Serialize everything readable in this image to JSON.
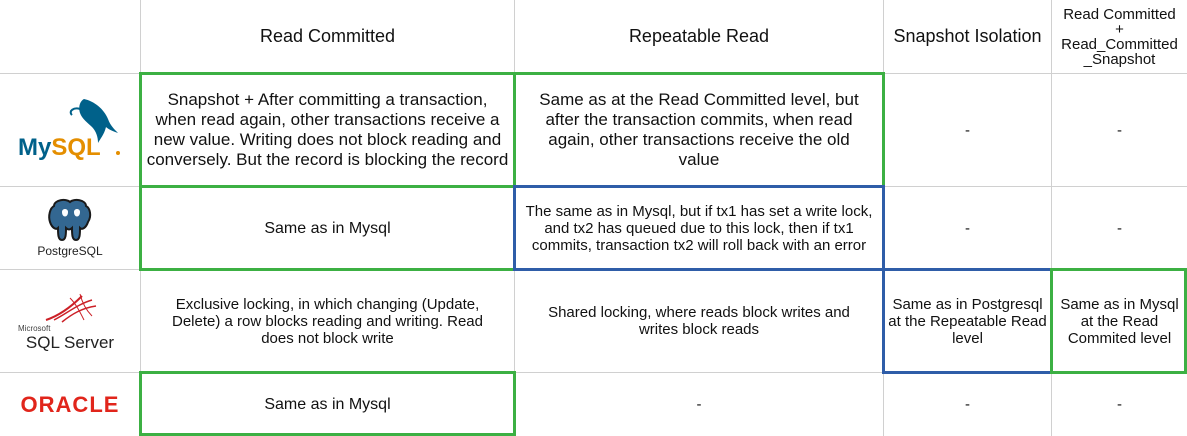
{
  "headers": {
    "read_committed": "Read Committed",
    "repeatable_read": "Repeatable Read",
    "snapshot_isolation": "Snapshot Isolation",
    "rcs_line1": "Read Committed",
    "rcs_line2": "+",
    "rcs_line3": "Read_Committed",
    "rcs_line4": "_Snapshot"
  },
  "logos": {
    "mysql": "MySQL",
    "postgres": "PostgreSQL",
    "sqlserver_small": "Microsoft",
    "sqlserver": "SQL Server",
    "oracle": "ORACLE"
  },
  "rows": {
    "mysql": {
      "read_committed": "Snapshot + After committing a transaction, when read again, other transactions receive a new value. Writing does not block reading and conversely. But the record is blocking the record",
      "repeatable_read": "Same as at the Read Committed level, but after the transaction commits, when read again, other transactions receive the old value",
      "snapshot_isolation": "-",
      "rcs": "-"
    },
    "postgres": {
      "read_committed": "Same as in Mysql",
      "repeatable_read": "The same as in Mysql, but if tx1 has set a write lock, and tx2 has queued due to this lock, then if tx1 commits, transaction tx2 will roll back with an error",
      "snapshot_isolation": "-",
      "rcs": "-"
    },
    "sqlserver": {
      "read_committed": "Exclusive locking, in which changing (Update, Delete) a row blocks reading and writing. Read does not block write",
      "repeatable_read": "Shared locking, where reads block writes and writes block reads",
      "snapshot_isolation": "Same as in Postgresql at the Repeatable Read level",
      "rcs": "Same as in Mysql at the Read Commited level"
    },
    "oracle": {
      "read_committed": "Same as in Mysql",
      "repeatable_read": "-",
      "snapshot_isolation": "-",
      "rcs": "-"
    }
  },
  "colors": {
    "grid": "#d0d0d0",
    "green": "#3cb043",
    "blue": "#2f5da8",
    "mysql_blue": "#00618a",
    "mysql_orange": "#e48e00",
    "oracle_red": "#e1251b",
    "sqlserver_red": "#cc2027",
    "postgres_blue": "#336791"
  }
}
